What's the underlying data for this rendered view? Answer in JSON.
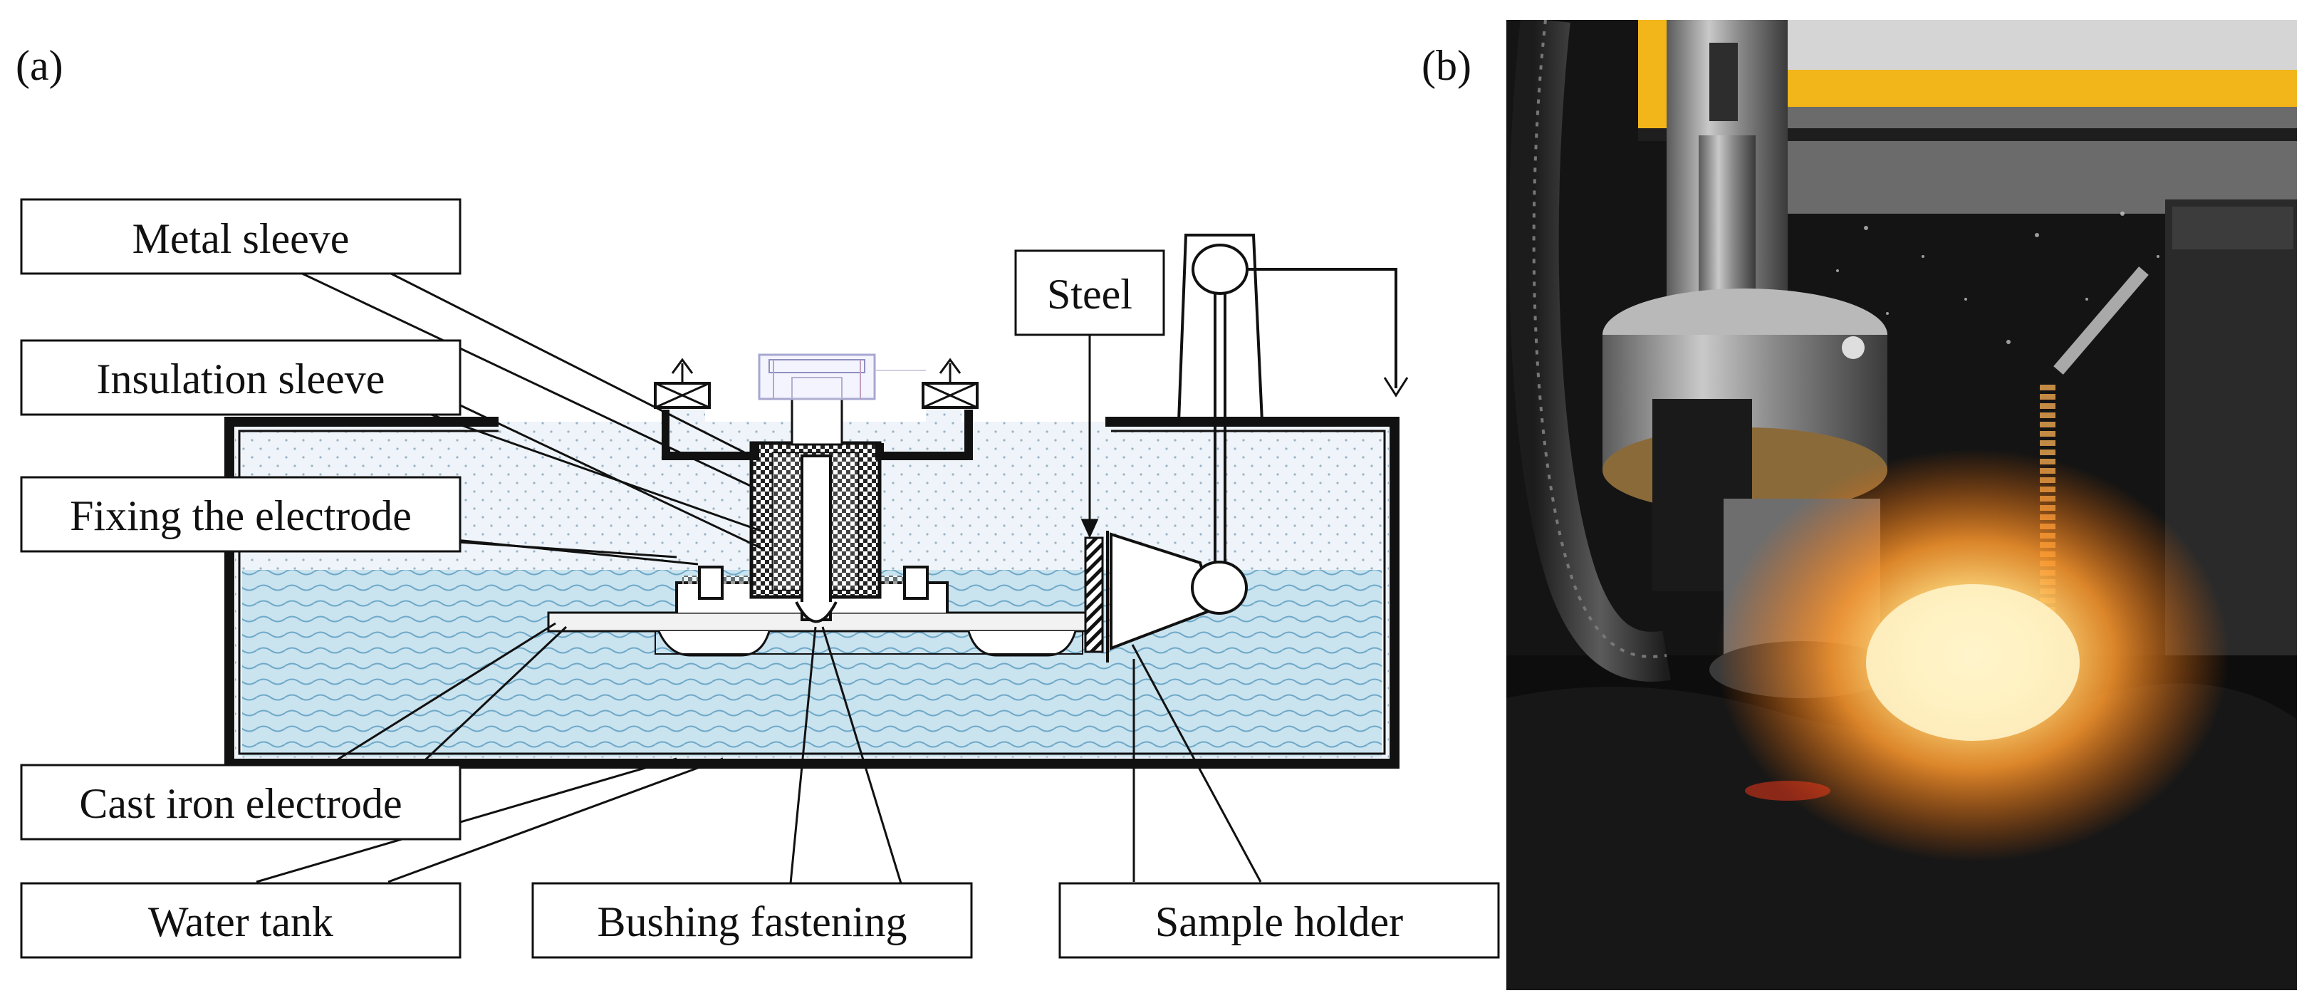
{
  "panels": {
    "a": {
      "tag": "(a)"
    },
    "b": {
      "tag": "(b)"
    }
  },
  "labels": {
    "metal_sleeve": "Metal sleeve",
    "insulation_sleeve": "Insulation sleeve",
    "fixing_electrode": "Fixing the electrode",
    "cast_iron_electrode": "Cast iron electrode",
    "water_tank": "Water tank",
    "bushing_fastening": "Bushing fastening",
    "sample_holder": "Sample holder",
    "steel": "Steel"
  },
  "colors": {
    "water": "#c9e3ef",
    "water_wave": "#6fa9c8",
    "line": "#111111",
    "photo_bg": "#141414",
    "machine_yellow": "#f2b61b",
    "spark": "#ffd36a"
  }
}
